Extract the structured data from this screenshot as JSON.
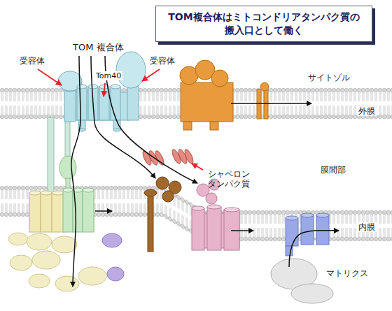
{
  "diagram": {
    "title": "TOM複合体はミトコンドリアタンパク質の 搬入口として働く",
    "labels": [
      "TOM 複合体",
      "受容体",
      "Tom40",
      "受容体",
      "サイトゾル",
      "外膜",
      "シャペロン タンパク質",
      "膜間部",
      "内膜",
      "マトリクス"
    ]
  }
}
